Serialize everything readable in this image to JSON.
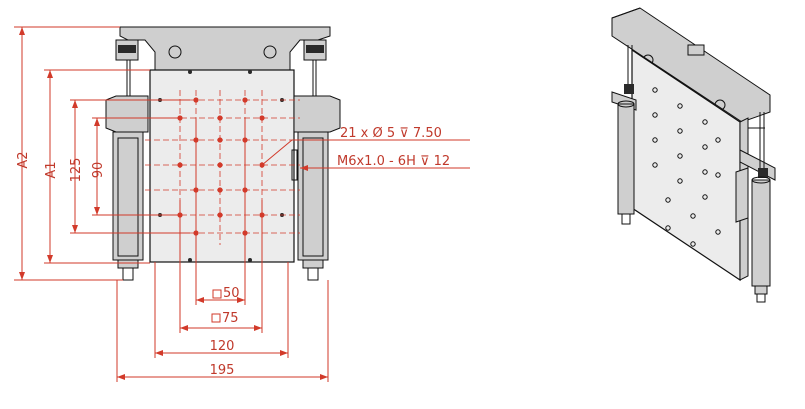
{
  "dimensions": {
    "a2": "A2",
    "a1": "A1",
    "d125": "125",
    "d90": "90",
    "sq50": "50",
    "sq75": "75",
    "w120": "120",
    "w195": "195"
  },
  "notes": {
    "hole_note": "21 x Ø 5 ⊽ 7.50",
    "thread_note": "M6x1.0 - 6H ⊽ 12"
  },
  "colors": {
    "dimension": "#d23a2a",
    "outline": "#111111"
  }
}
